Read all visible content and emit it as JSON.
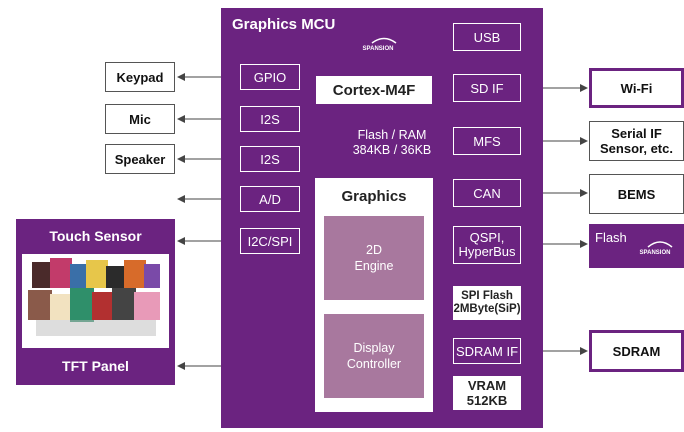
{
  "mcu": {
    "title": "Graphics MCU",
    "logo": "SPANSION"
  },
  "core": {
    "cpu": "Cortex-M4F",
    "memory": "Flash / RAM\n384KB / 36KB"
  },
  "graphics": {
    "title": "Graphics",
    "engine": "2D\nEngine",
    "display": "Display\nController"
  },
  "left_ports": [
    "GPIO",
    "I2S",
    "I2S",
    "A/D",
    "I2C/SPI"
  ],
  "right_ports": [
    "USB",
    "SD IF",
    "MFS",
    "CAN",
    "QSPI,\nHyperBus",
    "SDRAM IF"
  ],
  "spi_flash": "SPI Flash\n2MByte(SiP)",
  "vram": "VRAM\n512KB",
  "left_devices": [
    "Keypad",
    "Mic",
    "Speaker"
  ],
  "touch": {
    "title": "Touch Sensor",
    "panel": "TFT Panel"
  },
  "right_devices": [
    "Wi-Fi",
    "Serial IF\nSensor, etc.",
    "BEMS",
    "SDRAM"
  ],
  "flash_ext": {
    "label": "Flash",
    "logo": "SPANSION"
  },
  "colors": {
    "purple": "#6b2380",
    "engine": "#a8789e"
  }
}
